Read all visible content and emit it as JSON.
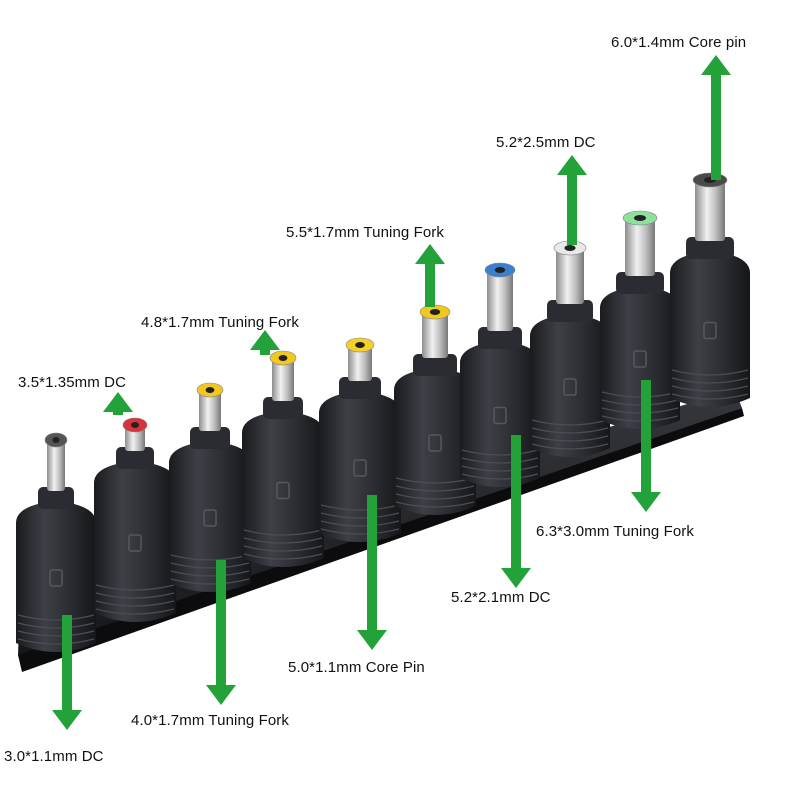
{
  "colors": {
    "arrow": "#23a23a",
    "connector_body": "#2b2d31",
    "connector_ring": "#3a3d42",
    "rack": "#1f2024",
    "metal": "#c9c9c9"
  },
  "connectors": [
    {
      "tip_color": "#555555"
    },
    {
      "tip_color": "#d7333b"
    },
    {
      "tip_color": "#f3c81e"
    },
    {
      "tip_color": "#f3c81e"
    },
    {
      "tip_color": "#f3d02a"
    },
    {
      "tip_color": "#f3c81e"
    },
    {
      "tip_color": "#3a7fd0"
    },
    {
      "tip_color": "#e8e8e8"
    },
    {
      "tip_color": "#8fe09a"
    },
    {
      "tip_color": "#4a4a4a"
    }
  ],
  "labels": {
    "l1": "3.0*1.1mm DC",
    "l2": "3.5*1.35mm DC",
    "l3": "4.0*1.7mm Tuning Fork",
    "l4": "4.8*1.7mm Tuning Fork",
    "l5": "5.0*1.1mm Core Pin",
    "l6": "5.5*1.7mm Tuning Fork",
    "l7": "5.2*2.1mm DC",
    "l8": "5.2*2.5mm DC",
    "l9": "6.3*3.0mm Tuning Fork",
    "l10": "6.0*1.4mm Core pin"
  }
}
